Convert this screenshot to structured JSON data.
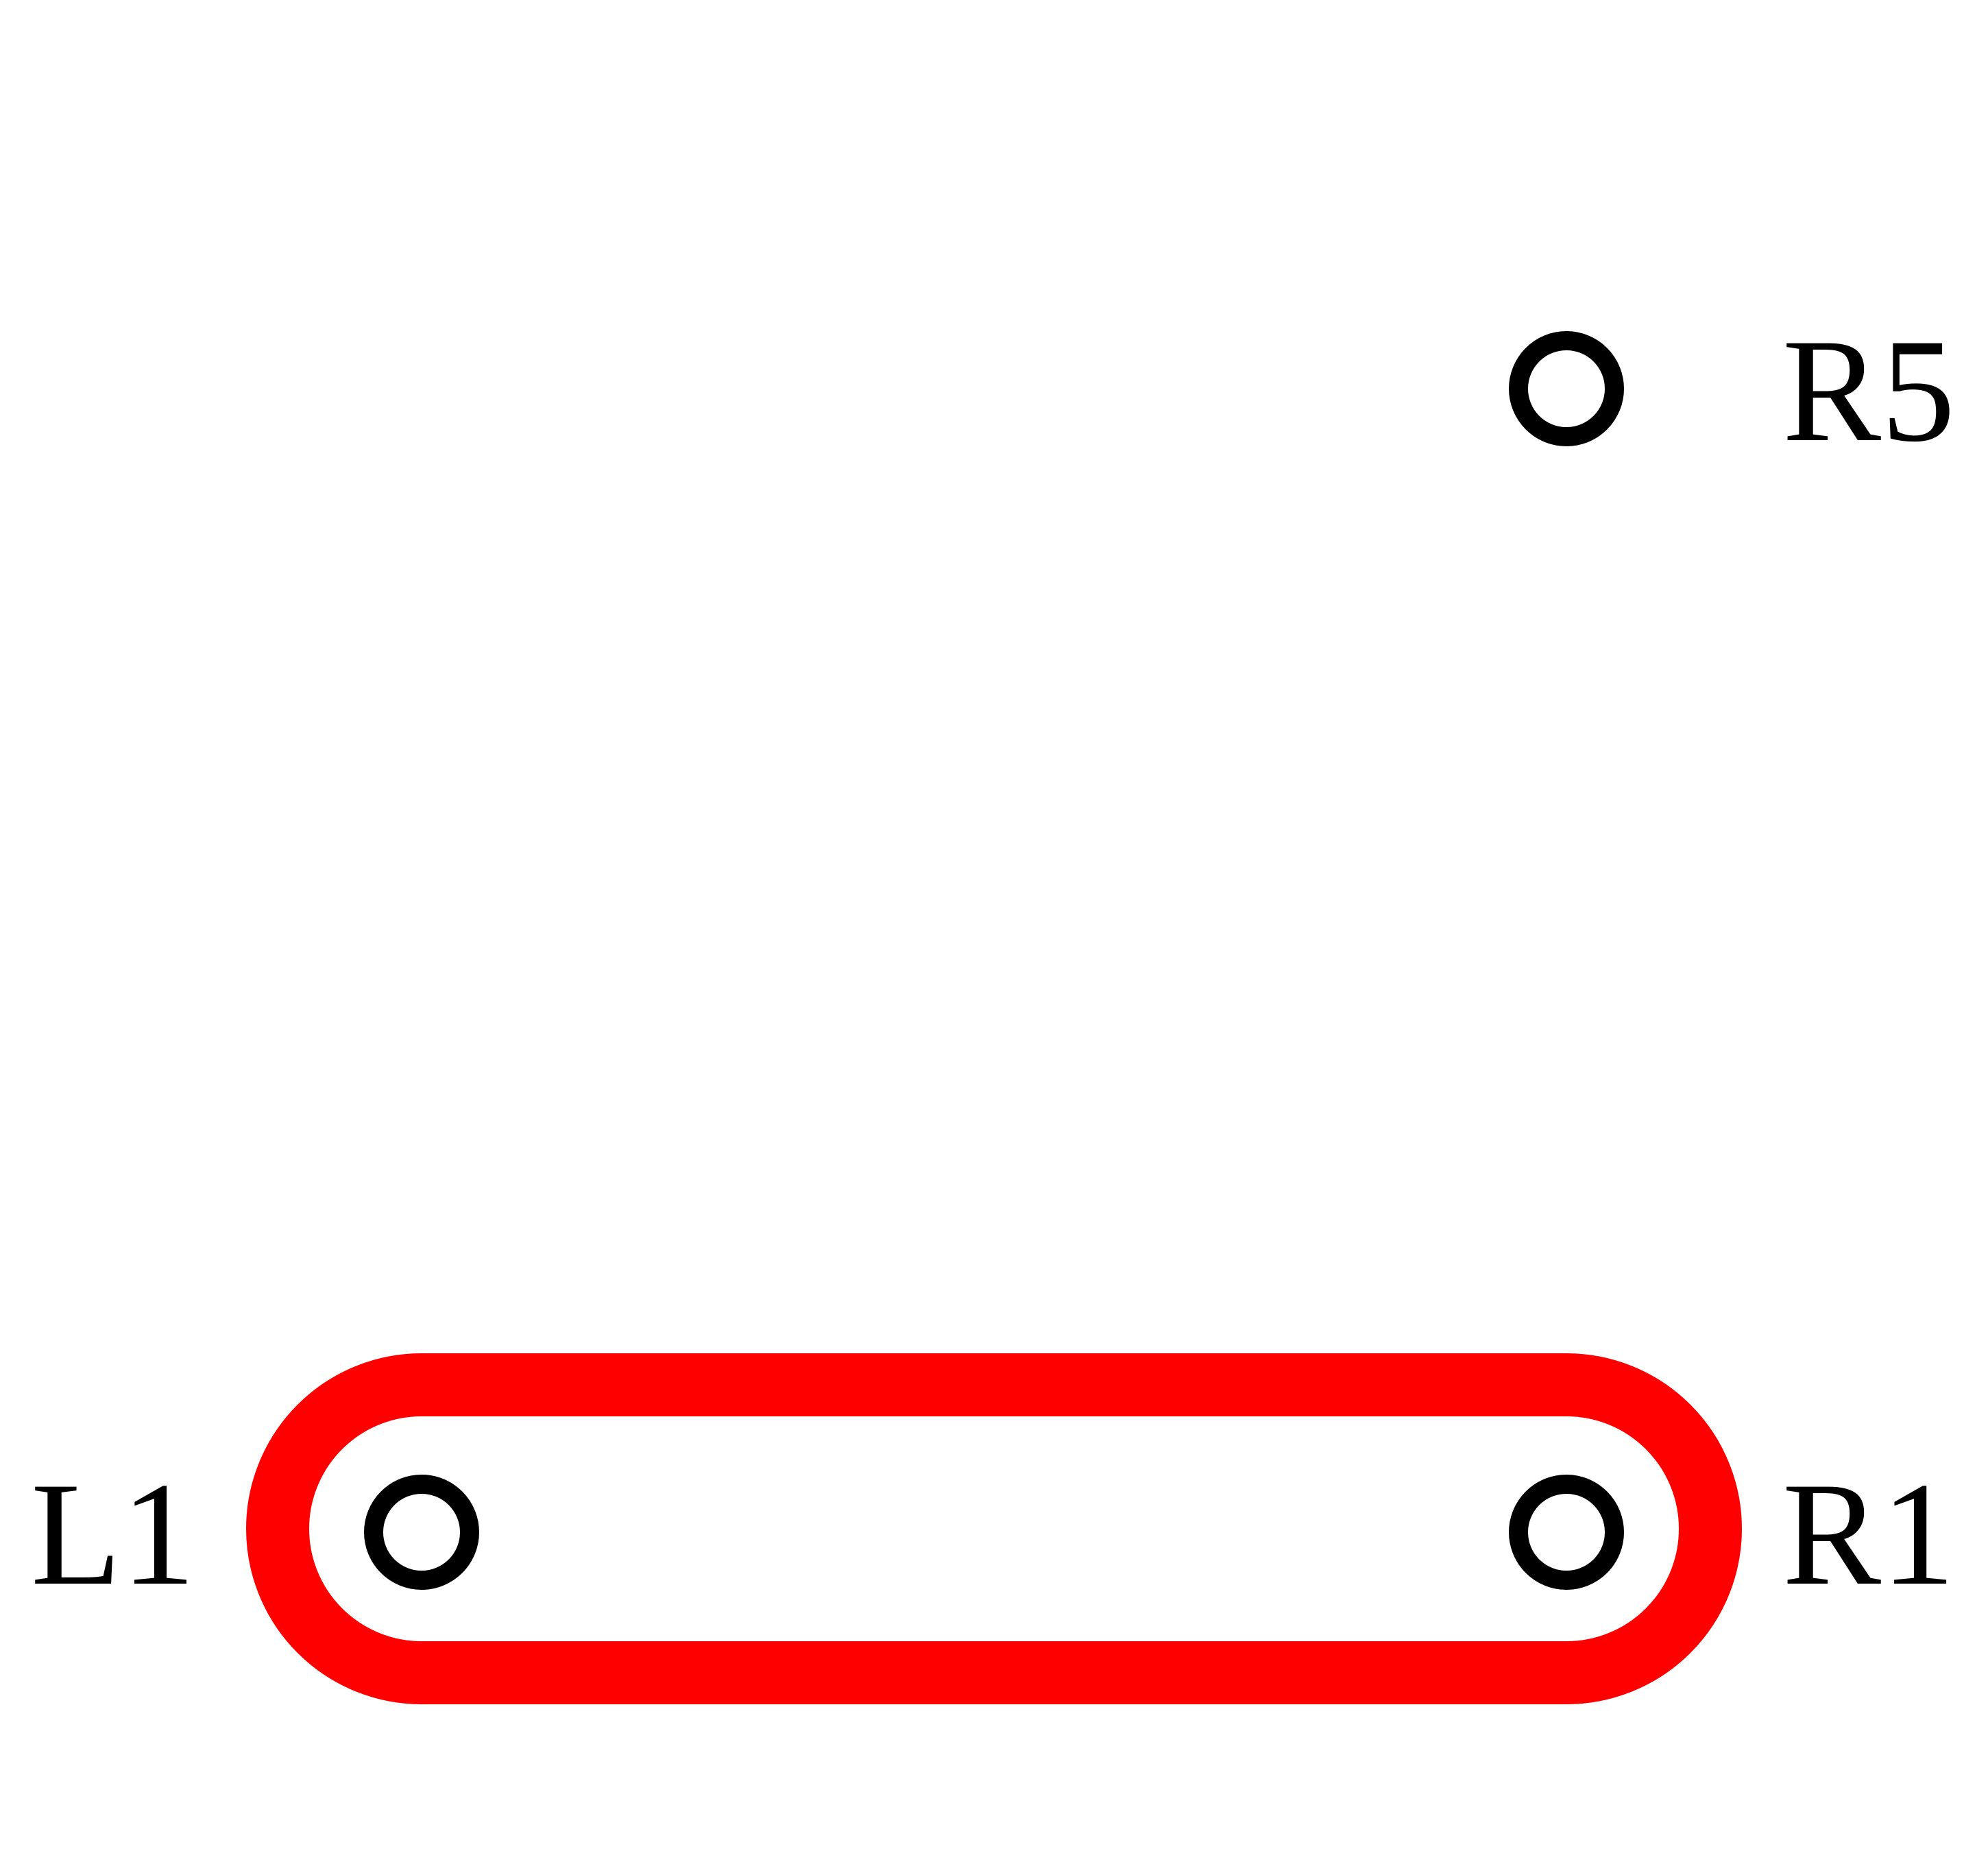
{
  "diagram": {
    "nodes": [
      {
        "id": "L1",
        "label": "L1"
      },
      {
        "id": "R1",
        "label": "R1"
      },
      {
        "id": "R5",
        "label": "R5"
      }
    ],
    "loop": {
      "encloses": [
        "L1",
        "R1"
      ],
      "color": "#ff0000"
    },
    "node_color": "#000000",
    "background": "#ffffff"
  }
}
